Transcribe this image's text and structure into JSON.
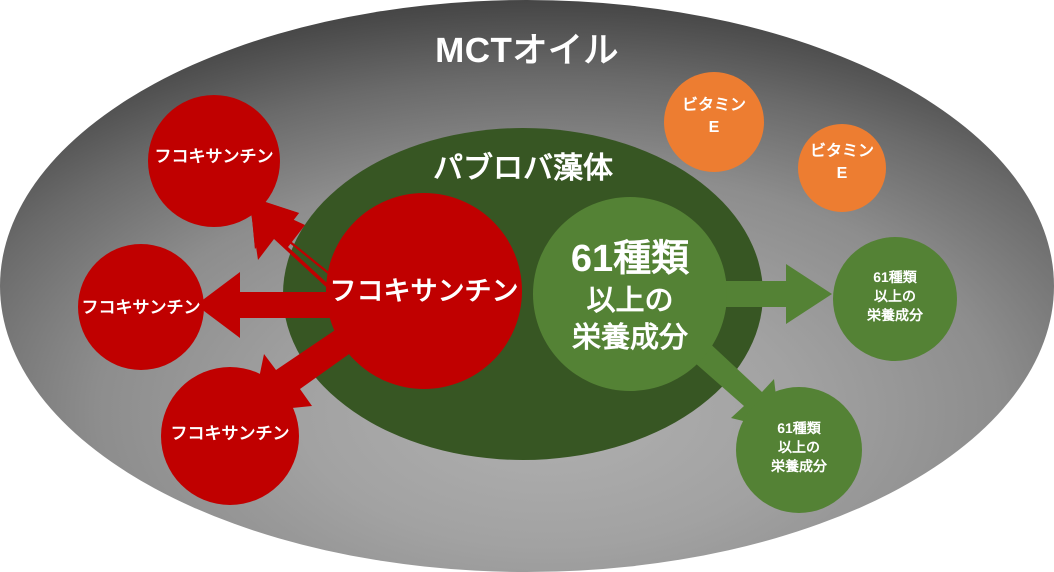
{
  "diagram": {
    "title": "MCTオイル",
    "container_label": "パブロバ藻体",
    "colors": {
      "red": "#C00000",
      "dark_green": "#375623",
      "mid_green": "#548235",
      "orange": "#ED7D31",
      "text": "#FFFFFF",
      "backdrop_dark": "#3A3A3A",
      "backdrop_light": "#ABABAB",
      "page": "#FFFFFF"
    },
    "nodes": {
      "center_red": {
        "label": "フコキサンチン",
        "color": "#C00000",
        "shape": "circle"
      },
      "center_green": {
        "label_line1": "61種類",
        "label_line2": "以上の",
        "label_line3": "栄養成分",
        "color": "#548235",
        "shape": "circle"
      },
      "red_satellites": [
        {
          "label": "フコキサンチン",
          "color": "#C00000",
          "position": "upper-left"
        },
        {
          "label": "フコキサンチン",
          "color": "#C00000",
          "position": "middle-left"
        },
        {
          "label": "フコキサンチン",
          "color": "#C00000",
          "position": "lower-left"
        }
      ],
      "orange_satellites": [
        {
          "label_line1": "ビタミン",
          "label_line2": "E",
          "color": "#ED7D31",
          "position": "upper-right"
        },
        {
          "label_line1": "ビタミン",
          "label_line2": "E",
          "color": "#ED7D31",
          "position": "upper-right-outer"
        }
      ],
      "green_satellites": [
        {
          "label_line1": "61種類",
          "label_line2": "以上の",
          "label_line3": "栄養成分",
          "color": "#548235",
          "position": "right"
        },
        {
          "label_line1": "61種類",
          "label_line2": "以上の",
          "label_line3": "栄養成分",
          "color": "#548235",
          "position": "lower-right"
        }
      ]
    },
    "arrows": [
      {
        "name": "red-arrow-up-left",
        "color": "#C00000",
        "from": "center_red",
        "to": "red-satellite-upper-left"
      },
      {
        "name": "red-arrow-left",
        "color": "#C00000",
        "from": "center_red",
        "to": "red-satellite-middle-left"
      },
      {
        "name": "red-arrow-down-left",
        "color": "#C00000",
        "from": "center_red",
        "to": "red-satellite-lower-left"
      },
      {
        "name": "green-arrow-right",
        "color": "#548235",
        "from": "center_green",
        "to": "green-satellite-right"
      },
      {
        "name": "green-arrow-down-right",
        "color": "#548235",
        "from": "center_green",
        "to": "green-satellite-lower-right"
      }
    ]
  }
}
